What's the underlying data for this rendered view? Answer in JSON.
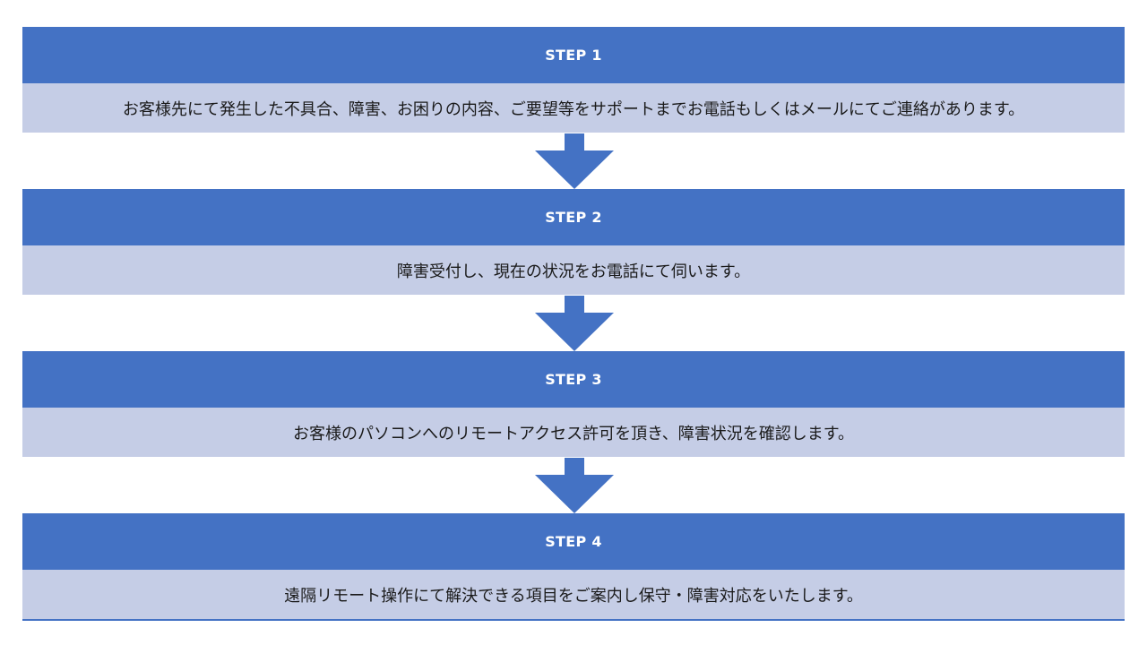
{
  "steps": [
    {
      "title": "STEP 1",
      "description": "お客様先にて発生した不具合、障害、お困りの内容、ご要望等をサポートまでお電話もしくはメールにてご連絡があります。"
    },
    {
      "title": "STEP 2",
      "description": "障害受付し、現在の状況をお電話にて伺います。"
    },
    {
      "title": "STEP 3",
      "description": "お客様のパソコンへのリモートアクセス許可を頂き、障害状況を確認します。"
    },
    {
      "title": "STEP 4",
      "description": "遠隔リモート操作にて解決できる項目をご案内し保守・障害対応をいたします。"
    }
  ],
  "colors": {
    "header": "#4472c4",
    "body": "#c5cde6",
    "arrow": "#4472c4"
  }
}
